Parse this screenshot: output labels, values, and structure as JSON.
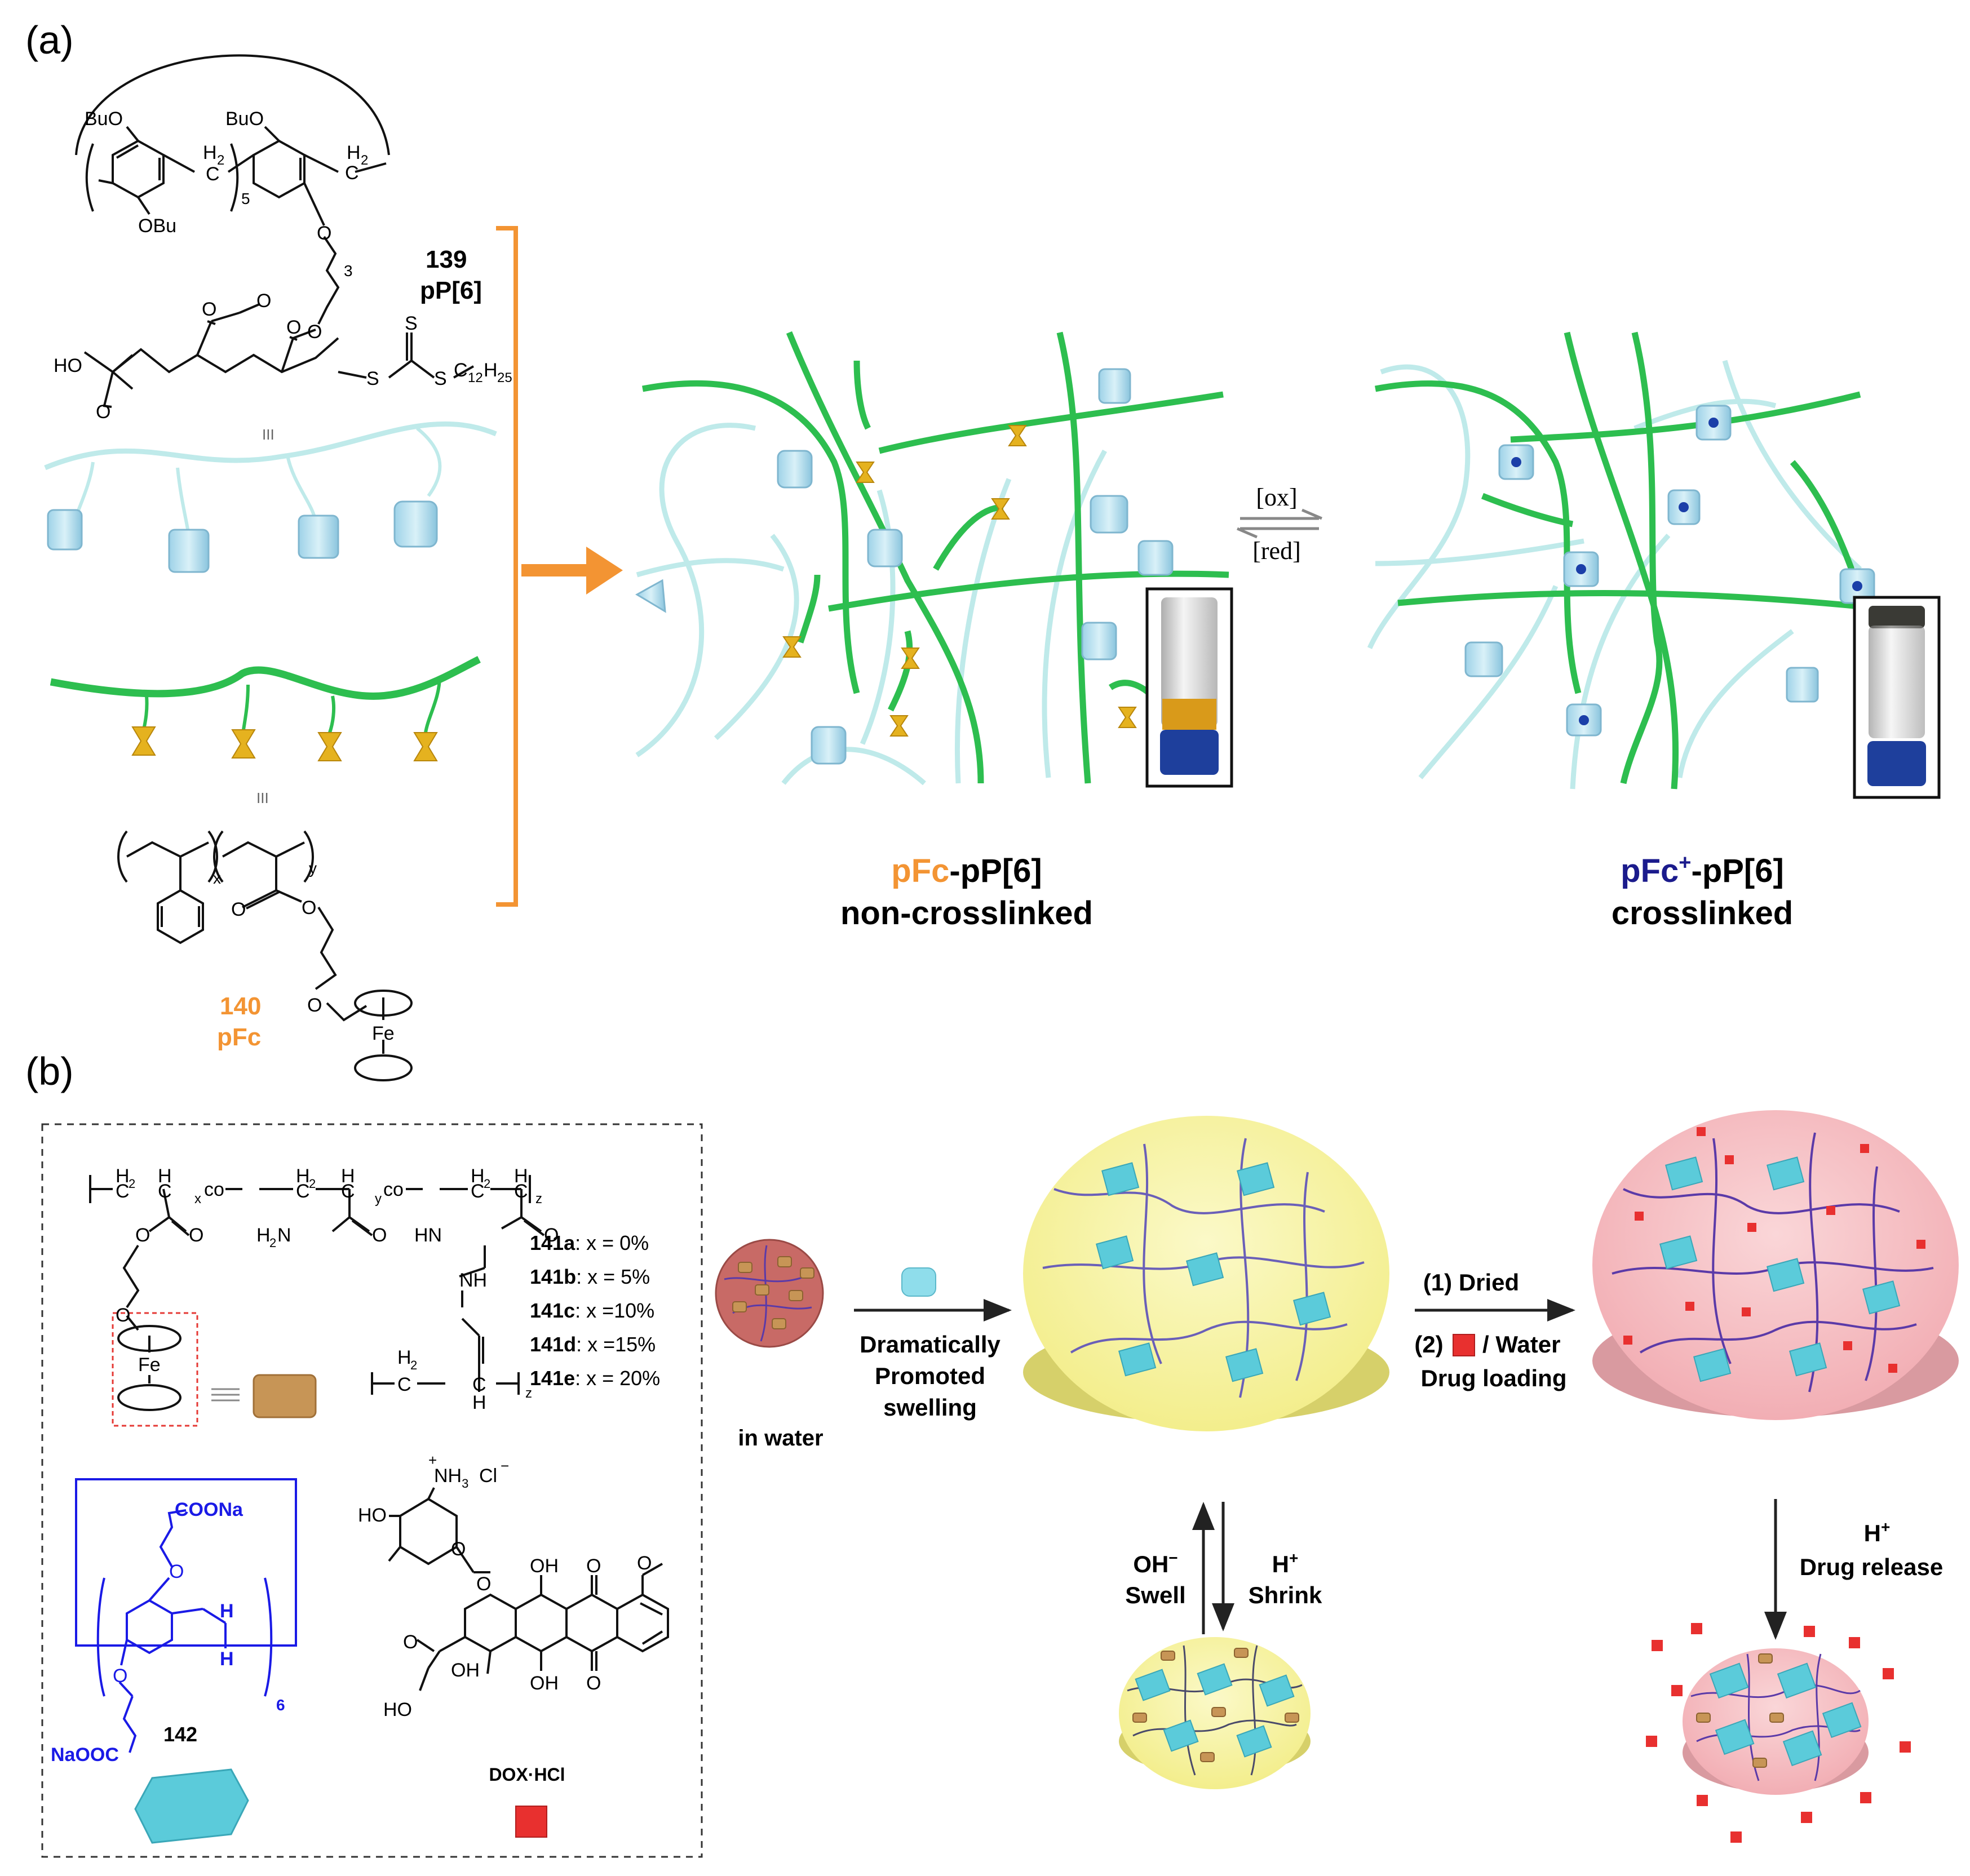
{
  "panel_a": {
    "label": "(a)",
    "compound_139": {
      "number": "139",
      "name": "pP[6]"
    },
    "compound_140": {
      "number": "140",
      "name": "pFc"
    },
    "chem_labels": {
      "buo_1": "BuO",
      "buo_2": "BuO",
      "obu": "OBu",
      "h2_1": "H",
      "h2_1_sub": "2",
      "h2_2": "H",
      "h2_2_sub": "2",
      "c_1": "C",
      "c_2": "C",
      "sub5": "5",
      "sub3": "3",
      "o_1": "O",
      "o_2": "O",
      "o_3": "O",
      "o_4": "O",
      "o_5": "O",
      "o_6": "O",
      "o_7": "O",
      "ho": "HO",
      "s_1": "S",
      "s_2": "S",
      "s_3": "S",
      "c12h25": "C",
      "c12h25_sub1": "12",
      "c12h25_h": "H",
      "c12h25_sub2": "25",
      "equiv_1": "III",
      "equiv_2": "III",
      "x": "x",
      "y": "y",
      "fe": "Fe"
    },
    "equilibrium": {
      "forward": "[ox]",
      "reverse": "[red]"
    },
    "state_left": {
      "prefix": "pFc",
      "suffix": "-pP[6]",
      "desc": "non-crosslinked"
    },
    "state_right": {
      "prefix": "pFc",
      "sup": "+",
      "suffix": "-pP[6]",
      "desc": "crosslinked"
    }
  },
  "panel_b": {
    "label": "(b)",
    "polymer": {
      "h2_a": "H",
      "h2_a_sub": "2",
      "h_a": "H",
      "h2_b": "H",
      "h2_b_sub": "2",
      "h_b": "H",
      "h2_c": "H",
      "h2_c_sub": "2",
      "h_c": "H",
      "c1": "C",
      "c2": "C",
      "c3": "C",
      "c4": "C",
      "c5": "C",
      "c6": "C",
      "co_1": "co",
      "co_2": "co",
      "sub_x": "x",
      "sub_y": "y",
      "sub_z": "z",
      "sub_z2": "z",
      "o1": "O",
      "o2": "O",
      "o3": "O",
      "o4": "O",
      "o5": "O",
      "h2n": "H",
      "h2n_sub": "2",
      "h2n_n": "N",
      "hn": "HN",
      "nh": "NH",
      "h2_d": "H",
      "h2_d_sub": "2",
      "c7": "C",
      "c8": "C",
      "h_d": "H",
      "fe": "Fe"
    },
    "compositions": [
      {
        "id": "141a",
        "text": ": x = 0%"
      },
      {
        "id": "141b",
        "text": ": x = 5%"
      },
      {
        "id": "141c",
        "text": ": x =10%"
      },
      {
        "id": "141d",
        "text": ": x =15%"
      },
      {
        "id": "141e",
        "text": ": x = 20%"
      }
    ],
    "pillararene": {
      "number": "142",
      "coona": "COONa",
      "naooc": "NaOOC",
      "h_top": "H",
      "h_bot": "H",
      "sub6": "6",
      "o1": "O",
      "o2": "O"
    },
    "dox": {
      "name": "DOX·HCl",
      "nh3": "NH",
      "nh3_sub": "3",
      "plus": "+",
      "cl": "Cl",
      "minus": "−",
      "ho1": "HO",
      "ho2": "HO",
      "oh1": "OH",
      "oh2": "OH",
      "oh3": "OH",
      "o1": "O",
      "o2": "O",
      "o3": "O",
      "o4": "O",
      "o5": "O",
      "o6": "O"
    },
    "in_water": "in water",
    "step1_lines": [
      "Dramatically",
      "Promoted",
      "swelling"
    ],
    "step2_line1": "(1) Dried",
    "step2_line2_pre": "(2)",
    "step2_line2_post": "/ Water",
    "step2_line3": "Drug loading",
    "swell_left": {
      "ion": "OH",
      "ion_sup": "−",
      "text": "Swell"
    },
    "swell_right": {
      "ion": "H",
      "ion_sup": "+",
      "text": "Shrink"
    },
    "release": {
      "ion": "H",
      "ion_sup": "+",
      "text": "Drug release"
    }
  },
  "colors": {
    "orange": "#F39433",
    "navy": "#1B1B8C",
    "blue_chem": "#1A1AE6",
    "green_polymer": "#2DBE4F",
    "cyan_polymer": "#BFEAEA",
    "gel_yellow": "#F7F3A6",
    "gel_pink": "#F7C2C6",
    "gel_red": "#C86A66",
    "drug_red": "#E8302F",
    "host_cyan": "#5BCBDA",
    "ferrocene_tan": "#C79556"
  }
}
